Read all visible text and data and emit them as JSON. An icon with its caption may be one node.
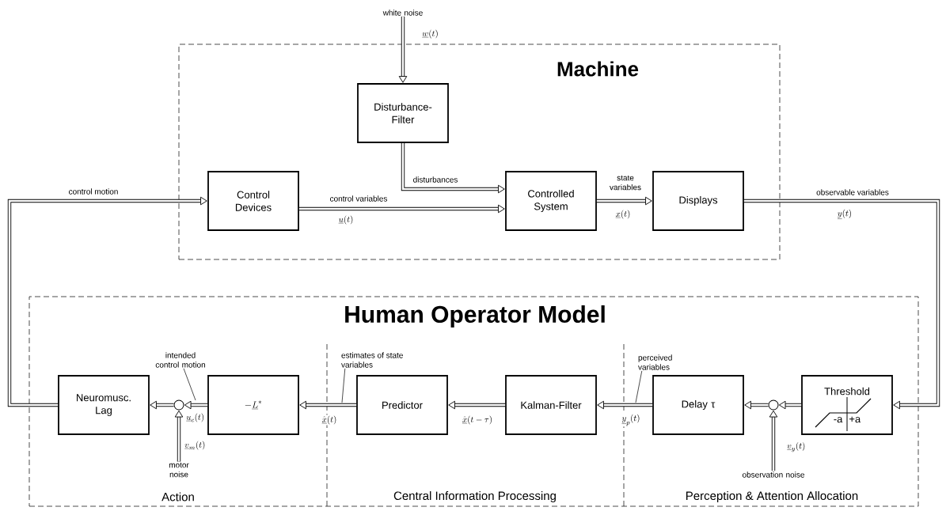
{
  "diagram": {
    "nodes": [
      {
        "text": [
          "Machine"
        ]
      },
      {
        "text": [
          "white noise"
        ]
      },
      {
        "text": [
          "Disturbance-Filter"
        ],
        "in": 0
      },
      {
        "text": [
          "Control Devices"
        ],
        "in": 0
      },
      {
        "text": [
          "Controlled System"
        ],
        "in": 0
      },
      {
        "text": [
          "Displays"
        ],
        "in": 0
      },
      {
        "text": [
          "Human Operator Model"
        ]
      },
      {
        "text": [
          "Neuromusc. Lag"
        ],
        "in": 6
      },
      {
        "text": [],
        "shape": "circle",
        "in": 6
      },
      {
        "text": [
          "-\\underline{L}^{*}"
        ],
        "in": 6
      },
      {
        "text": [
          "Predictor"
        ],
        "in": 6
      },
      {
        "text": [
          "Kalman-Filter"
        ],
        "in": 6
      },
      {
        "text": [
          "Delay τ"
        ],
        "in": 6
      },
      {
        "text": [],
        "shape": "circle",
        "in": 6
      },
      {
        "text": [
          "Threshold",
          "-a",
          "+a"
        ],
        "in": 6
      },
      {
        "text": [
          "motor noise"
        ],
        "in": 6
      },
      {
        "text": [
          "observation noise"
        ],
        "in": 6
      },
      {
        "text": [
          "intended control motion"
        ],
        "in": 6
      },
      {
        "text": [
          "estimates of state variables"
        ],
        "in": 6
      },
      {
        "text": [
          "perceived variables"
        ],
        "in": 6
      }
    ],
    "edges": [
      {
        "from": 1,
        "to": 2,
        "arrow": "to",
        "label": "\\underline{w}(t)"
      },
      {
        "from": 2,
        "to": 4,
        "arrow": "to",
        "label": "disturbances"
      },
      {
        "from": 3,
        "to": 4,
        "arrow": "to",
        "label": "control variables"
      },
      {
        "from": 4,
        "to": 5,
        "arrow": "to",
        "label": "state variables"
      },
      {
        "from": 5,
        "to": 14,
        "arrow": "to",
        "label": "observable variables"
      },
      {
        "from": 14,
        "to": 13,
        "arrow": "to"
      },
      {
        "from": 16,
        "to": 13,
        "arrow": "to",
        "label": "\\underline{v}_{y}(t)"
      },
      {
        "from": 13,
        "to": 12,
        "arrow": "to"
      },
      {
        "from": 12,
        "to": 11,
        "arrow": "to",
        "label": "\\underline{y}_{p}(t)"
      },
      {
        "from": 11,
        "to": 10,
        "arrow": "to",
        "label": "\\hat{\\underline{x}}(t-\\tau)"
      },
      {
        "from": 10,
        "to": 9,
        "arrow": "to",
        "label": "\\hat{\\underline{x}}(t)"
      },
      {
        "from": 9,
        "to": 8,
        "arrow": "to",
        "label": "\\underline{u}_{c}(t)"
      },
      {
        "from": 15,
        "to": 8,
        "arrow": "to",
        "label": "\\underline{v}_{m}(t)"
      },
      {
        "from": 8,
        "to": 7,
        "arrow": "to"
      },
      {
        "from": 7,
        "to": 3,
        "arrow": "to",
        "label": "control motion"
      },
      {
        "from": 17,
        "to": null,
        "arrow": "none"
      },
      {
        "from": 18,
        "to": null,
        "arrow": "none"
      },
      {
        "from": 19,
        "to": null,
        "arrow": "none"
      }
    ],
    "labels": [
      "\\underline{u}(t)",
      "\\underline{x}(t)",
      "\\underline{y}(t)",
      "Action",
      "Central Information Processing",
      "Perception & Attention Allocation"
    ]
  }
}
